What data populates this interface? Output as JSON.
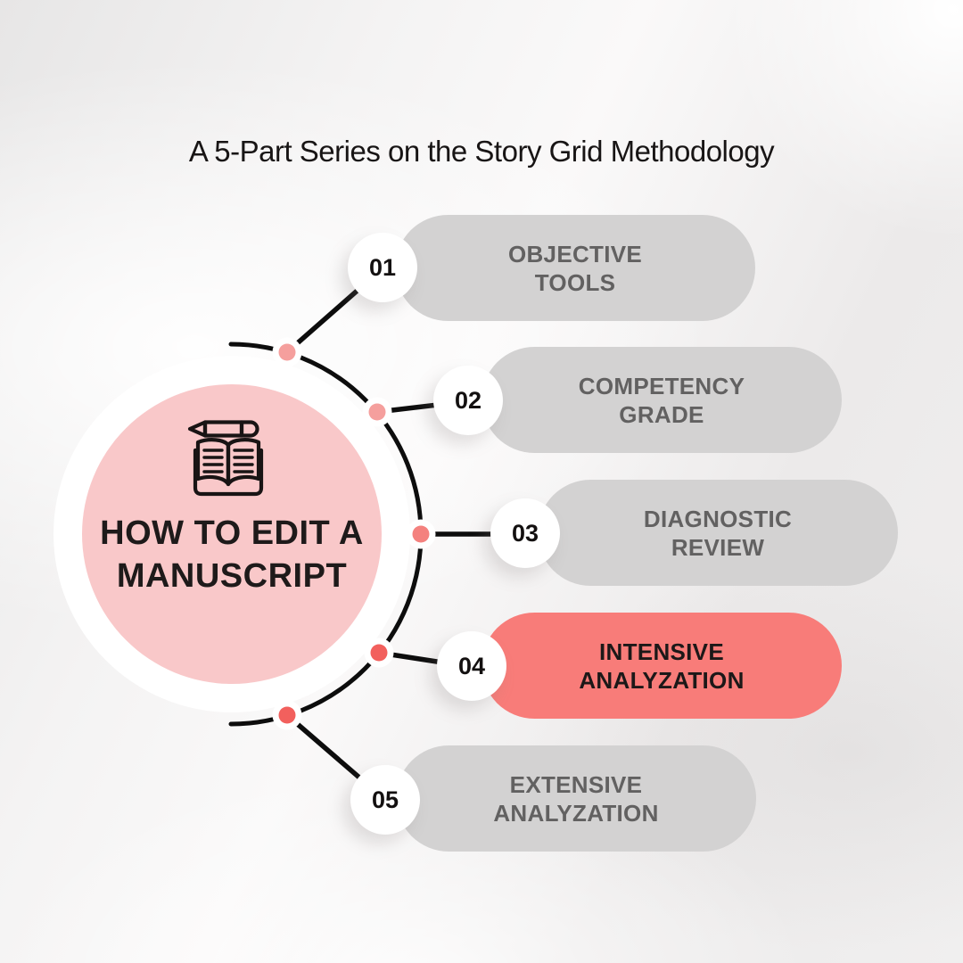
{
  "title": "A 5-Part Series on the Story Grid Methodology",
  "center": {
    "icon": "book-pencil-icon",
    "heading_line1": "HOW TO EDIT A",
    "heading_line2": "MANUSCRIPT"
  },
  "steps": [
    {
      "number": "01",
      "label_line1": "OBJECTIVE",
      "label_line2": "TOOLS",
      "highlighted": false
    },
    {
      "number": "02",
      "label_line1": "COMPETENCY",
      "label_line2": "GRADE",
      "highlighted": false
    },
    {
      "number": "03",
      "label_line1": "DIAGNOSTIC",
      "label_line2": "REVIEW",
      "highlighted": false
    },
    {
      "number": "04",
      "label_line1": "INTENSIVE",
      "label_line2": "ANALYZATION",
      "highlighted": true
    },
    {
      "number": "05",
      "label_line1": "EXTENSIVE",
      "label_line2": "ANALYZATION",
      "highlighted": false
    }
  ],
  "colors": {
    "background_gray": "#e9e8e8",
    "background_light": "#fbfafa",
    "pill_gray": "#d3d2d2",
    "pill_text_gray": "#626161",
    "highlight_coral": "#f87c79",
    "highlight_text": "#1c1818",
    "center_pink": "#f9c8c9",
    "center_ring": "#ffffff",
    "line_black": "#0d0d0d",
    "dots": [
      "#f59f9d",
      "#f59f9d",
      "#f4817e",
      "#f2605d",
      "#f2605d"
    ]
  }
}
